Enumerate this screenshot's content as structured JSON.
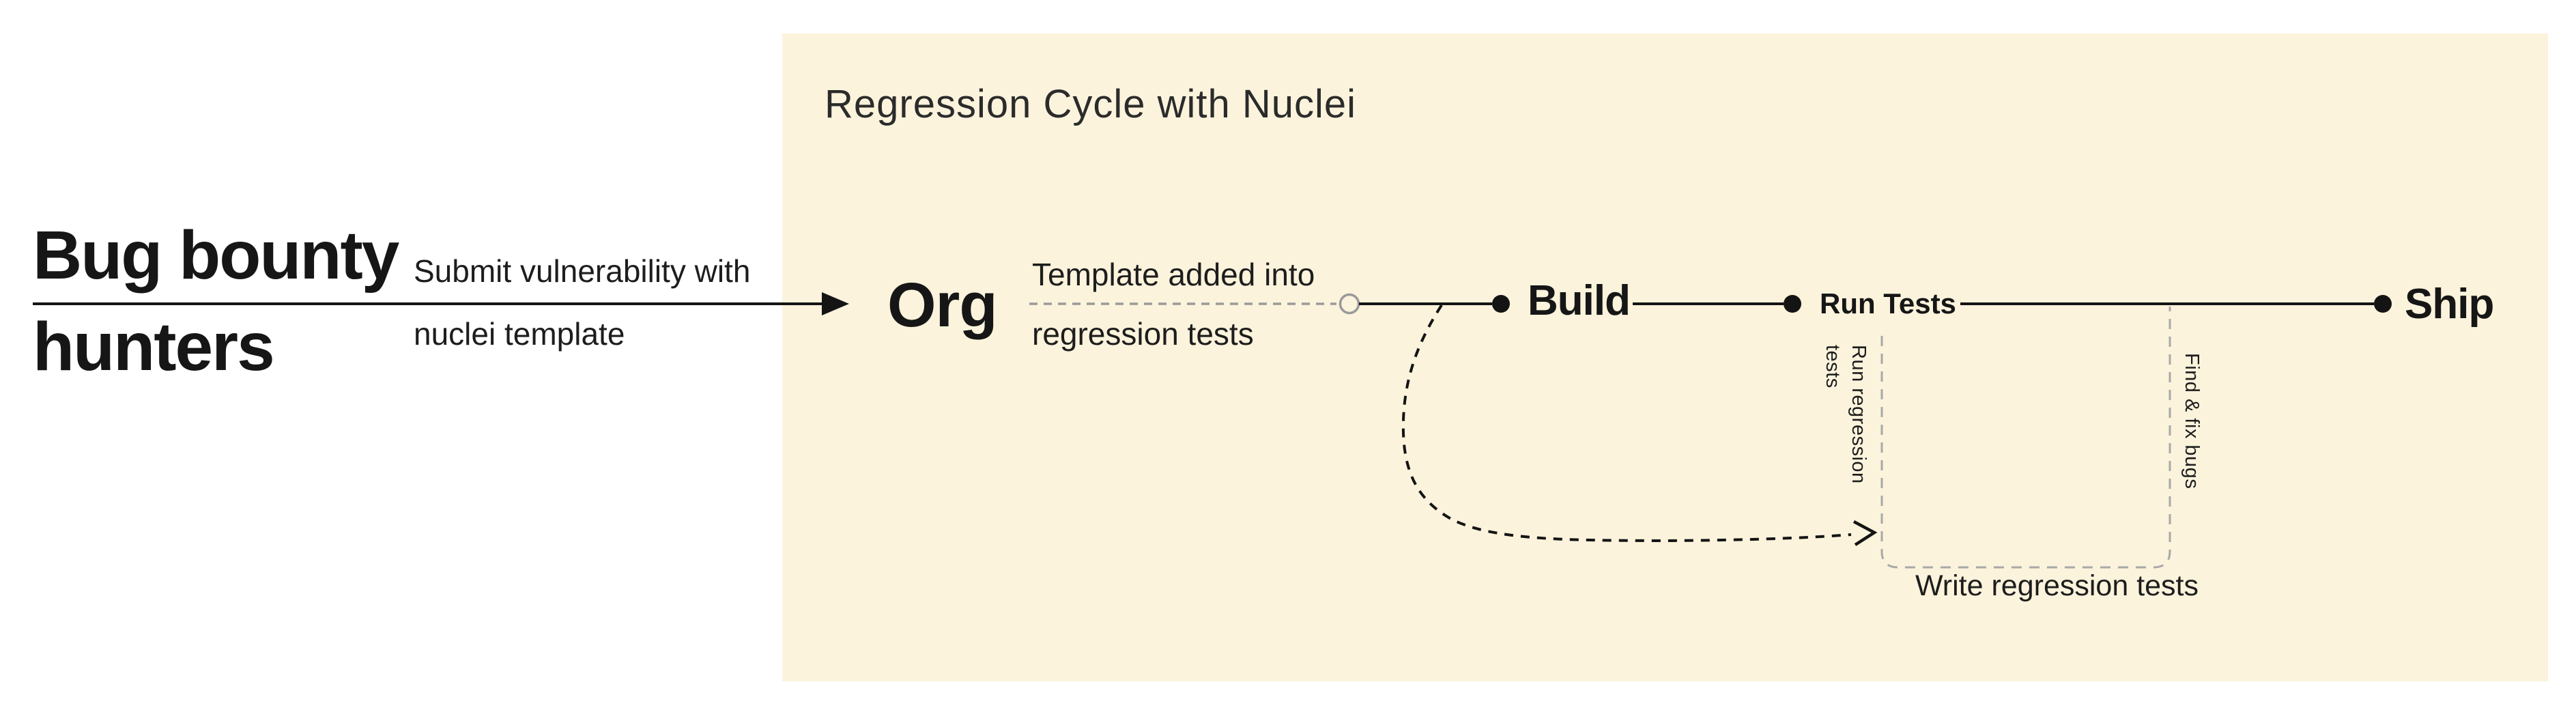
{
  "title": "Regression Cycle with Nuclei",
  "source": {
    "line1": "Bug bounty",
    "line2": "hunters"
  },
  "submit_arrow": {
    "label_line1": "Submit vulnerability with",
    "label_line2": "nuclei template"
  },
  "template_edge": {
    "label_line1": "Template added into",
    "label_line2": "regression tests"
  },
  "nodes": [
    {
      "label": "Org"
    },
    {
      "label": "Build"
    },
    {
      "label": "Run Tests"
    },
    {
      "label": "Ship"
    }
  ],
  "vertical_labels": {
    "run_regression": [
      "Run regression",
      "tests"
    ],
    "find_fix": "Find & fix bugs"
  },
  "feedback_label": "Write regression tests",
  "colors": {
    "background": "#ffffff",
    "panel": "#fbf3dc",
    "ink": "#141414",
    "muted": "#9a9a9a"
  }
}
